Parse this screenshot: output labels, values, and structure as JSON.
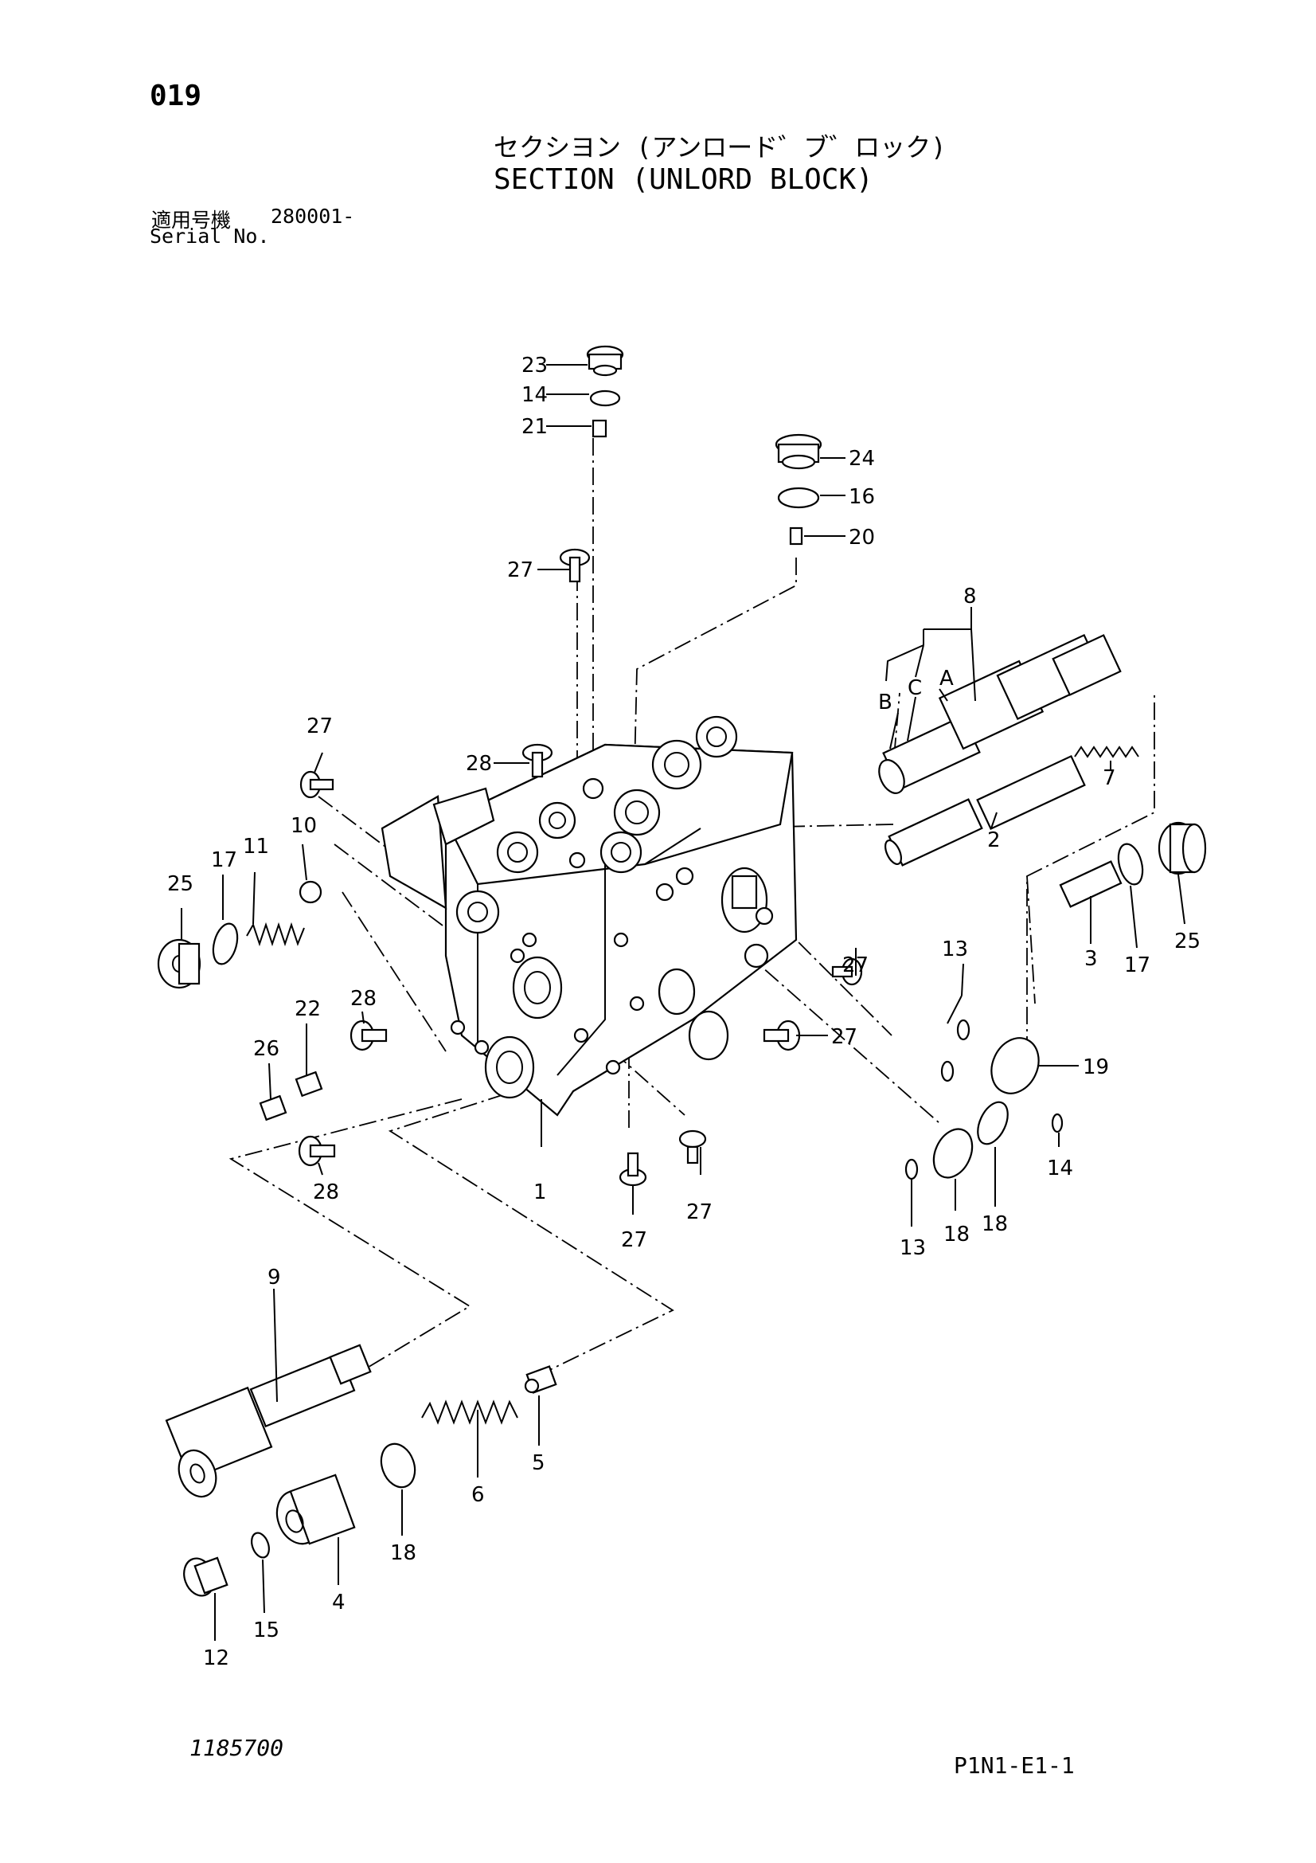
{
  "header": {
    "page_number": "019",
    "title_jp": "セクシヨン (アンロード゛ブ゛ロック)",
    "title_en": "SECTION (UNLORD BLOCK)",
    "serial_label_jp": "適用号機",
    "serial_value": "280001-",
    "serial_label_en": "Serial No."
  },
  "footer": {
    "drawing_number": "1185700",
    "sheet_ref": "P1N1-E1-1"
  },
  "callouts": {
    "c1": "1",
    "c2": "2",
    "c3": "3",
    "c4": "4",
    "c5": "5",
    "c6": "6",
    "c7": "7",
    "c8": "8",
    "c9": "9",
    "c10": "10",
    "c11": "11",
    "c12": "12",
    "c13a": "13",
    "c13b": "13",
    "c14a": "14",
    "c14b": "14",
    "c15": "15",
    "c16": "16",
    "c17a": "17",
    "c17b": "17",
    "c18a": "18",
    "c18b": "18",
    "c18c": "18",
    "c19": "19",
    "c20": "20",
    "c21": "21",
    "c22": "22",
    "c23": "23",
    "c24": "24",
    "c25a": "25",
    "c25b": "25",
    "c26": "26",
    "c27a": "27",
    "c27b": "27",
    "c27c": "27",
    "c27d": "27",
    "c27e": "27",
    "c27f": "27",
    "c28a": "28",
    "c28b": "28",
    "c28c": "28",
    "cA": "A",
    "cB": "B",
    "cC": "C"
  }
}
